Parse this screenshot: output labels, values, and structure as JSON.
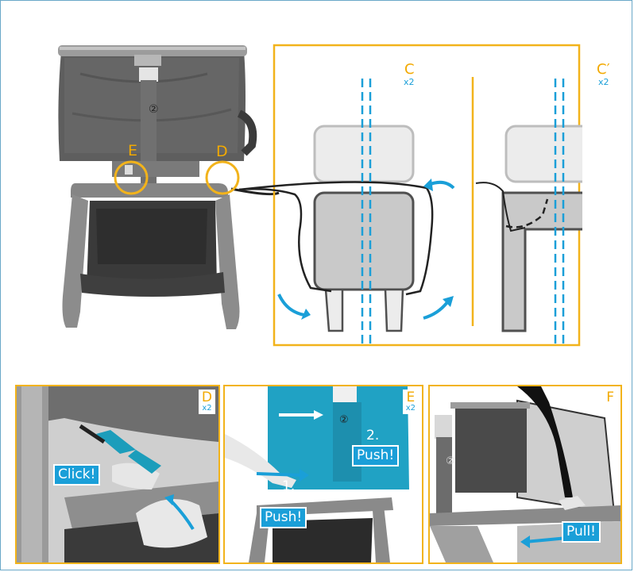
{
  "main": {
    "labels": {
      "E": "E",
      "D": "D",
      "C": "C",
      "C_mult": "x2",
      "C_prime": "C′",
      "C_prime_mult": "x2",
      "num2": "②"
    }
  },
  "panels": [
    {
      "letter": "D",
      "mult": "x2",
      "callouts": [
        "Click!"
      ]
    },
    {
      "letter": "E",
      "mult": "x2",
      "callouts": [
        "2.",
        "Push!",
        "1.",
        "Push!"
      ],
      "num2": "②"
    },
    {
      "letter": "F",
      "mult": "",
      "callouts": [
        "Pull!"
      ],
      "num2": "②"
    }
  ],
  "colors": {
    "frame_orange": "#f2b31b",
    "accent_blue": "#1a9fd8",
    "product_teal": "#20a2c4",
    "fabric_gray": "#5a5a5a",
    "frame_gray": "#8a8a8a"
  }
}
